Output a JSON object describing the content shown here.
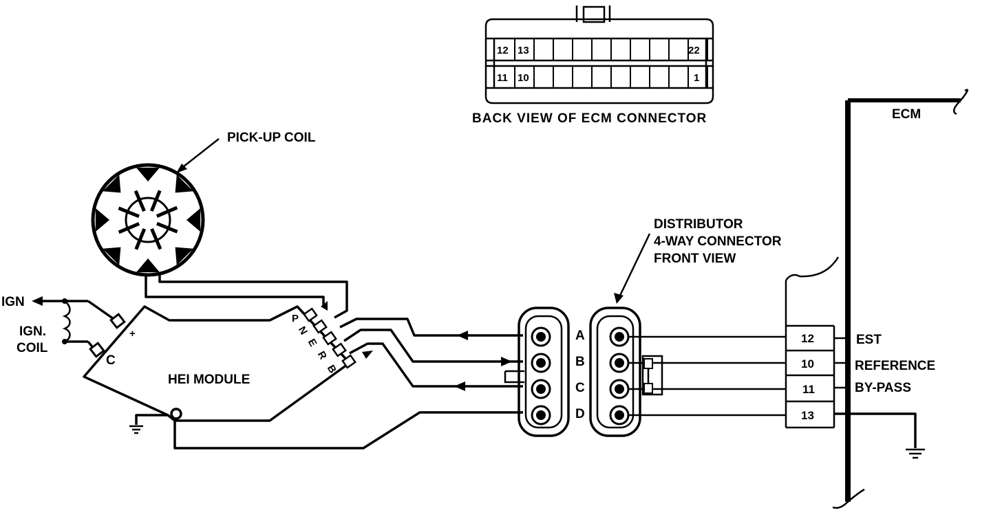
{
  "ecm_connector": {
    "caption": "BACK VIEW OF ECM CONNECTOR",
    "top_row": {
      "left": [
        "12",
        "13"
      ],
      "right": "22"
    },
    "bottom_row": {
      "left": [
        "11",
        "10"
      ],
      "right": "1"
    }
  },
  "ecm": {
    "label": "ECM"
  },
  "pickup_coil": {
    "label": "PICK-UP COIL"
  },
  "ignition": {
    "ign_label": "IGN",
    "coil_label_line1": "IGN.",
    "coil_label_line2": "COIL"
  },
  "hei_module": {
    "label": "HEI MODULE",
    "plus_terminal": "+",
    "c_terminal": "C",
    "terminals": [
      "P",
      "N",
      "E",
      "R",
      "B"
    ]
  },
  "distributor_connector": {
    "label_line1": "DISTRIBUTOR",
    "label_line2": "4-WAY CONNECTOR",
    "label_line3": "FRONT VIEW",
    "pins": [
      "A",
      "B",
      "C",
      "D"
    ]
  },
  "ecm_terminals": [
    {
      "number": "12",
      "name": "EST"
    },
    {
      "number": "10",
      "name": "REFERENCE"
    },
    {
      "number": "11",
      "name": "BY-PASS"
    },
    {
      "number": "13",
      "name": ""
    }
  ]
}
